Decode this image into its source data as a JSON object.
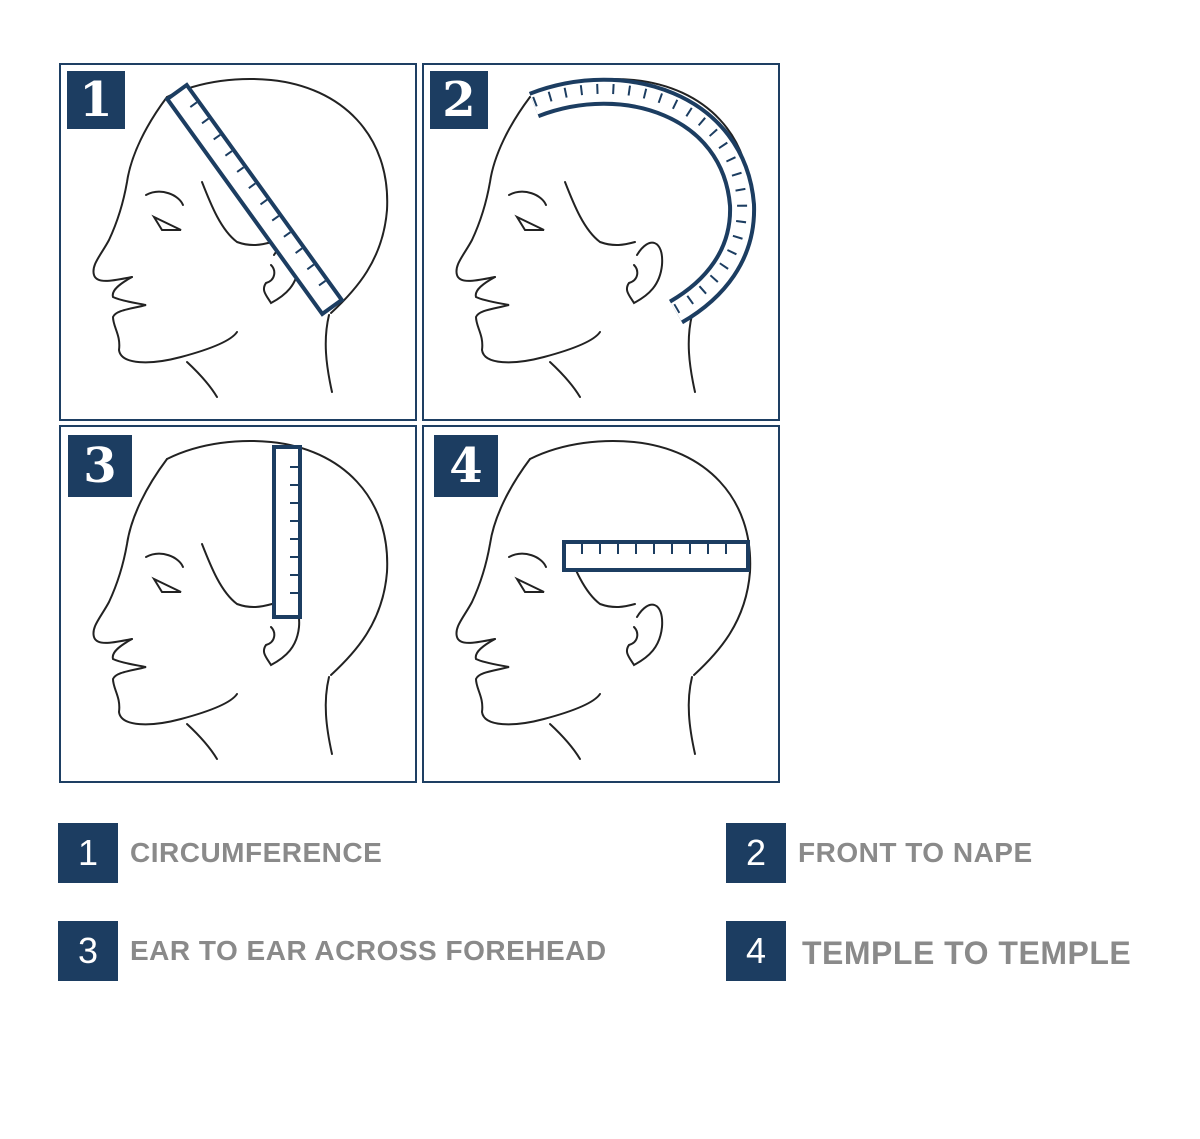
{
  "panels": [
    {
      "number": "1",
      "label": "CIRCUMFERENCE"
    },
    {
      "number": "2",
      "label": "FRONT TO NAPE"
    },
    {
      "number": "3",
      "label": "EAR TO EAR ACROSS FOREHEAD"
    },
    {
      "number": "4",
      "label": "TEMPLE TO TEMPLE"
    }
  ],
  "colors": {
    "accent": "#1c3d61",
    "label_text": "#8a8a8a",
    "line": "#222222"
  }
}
